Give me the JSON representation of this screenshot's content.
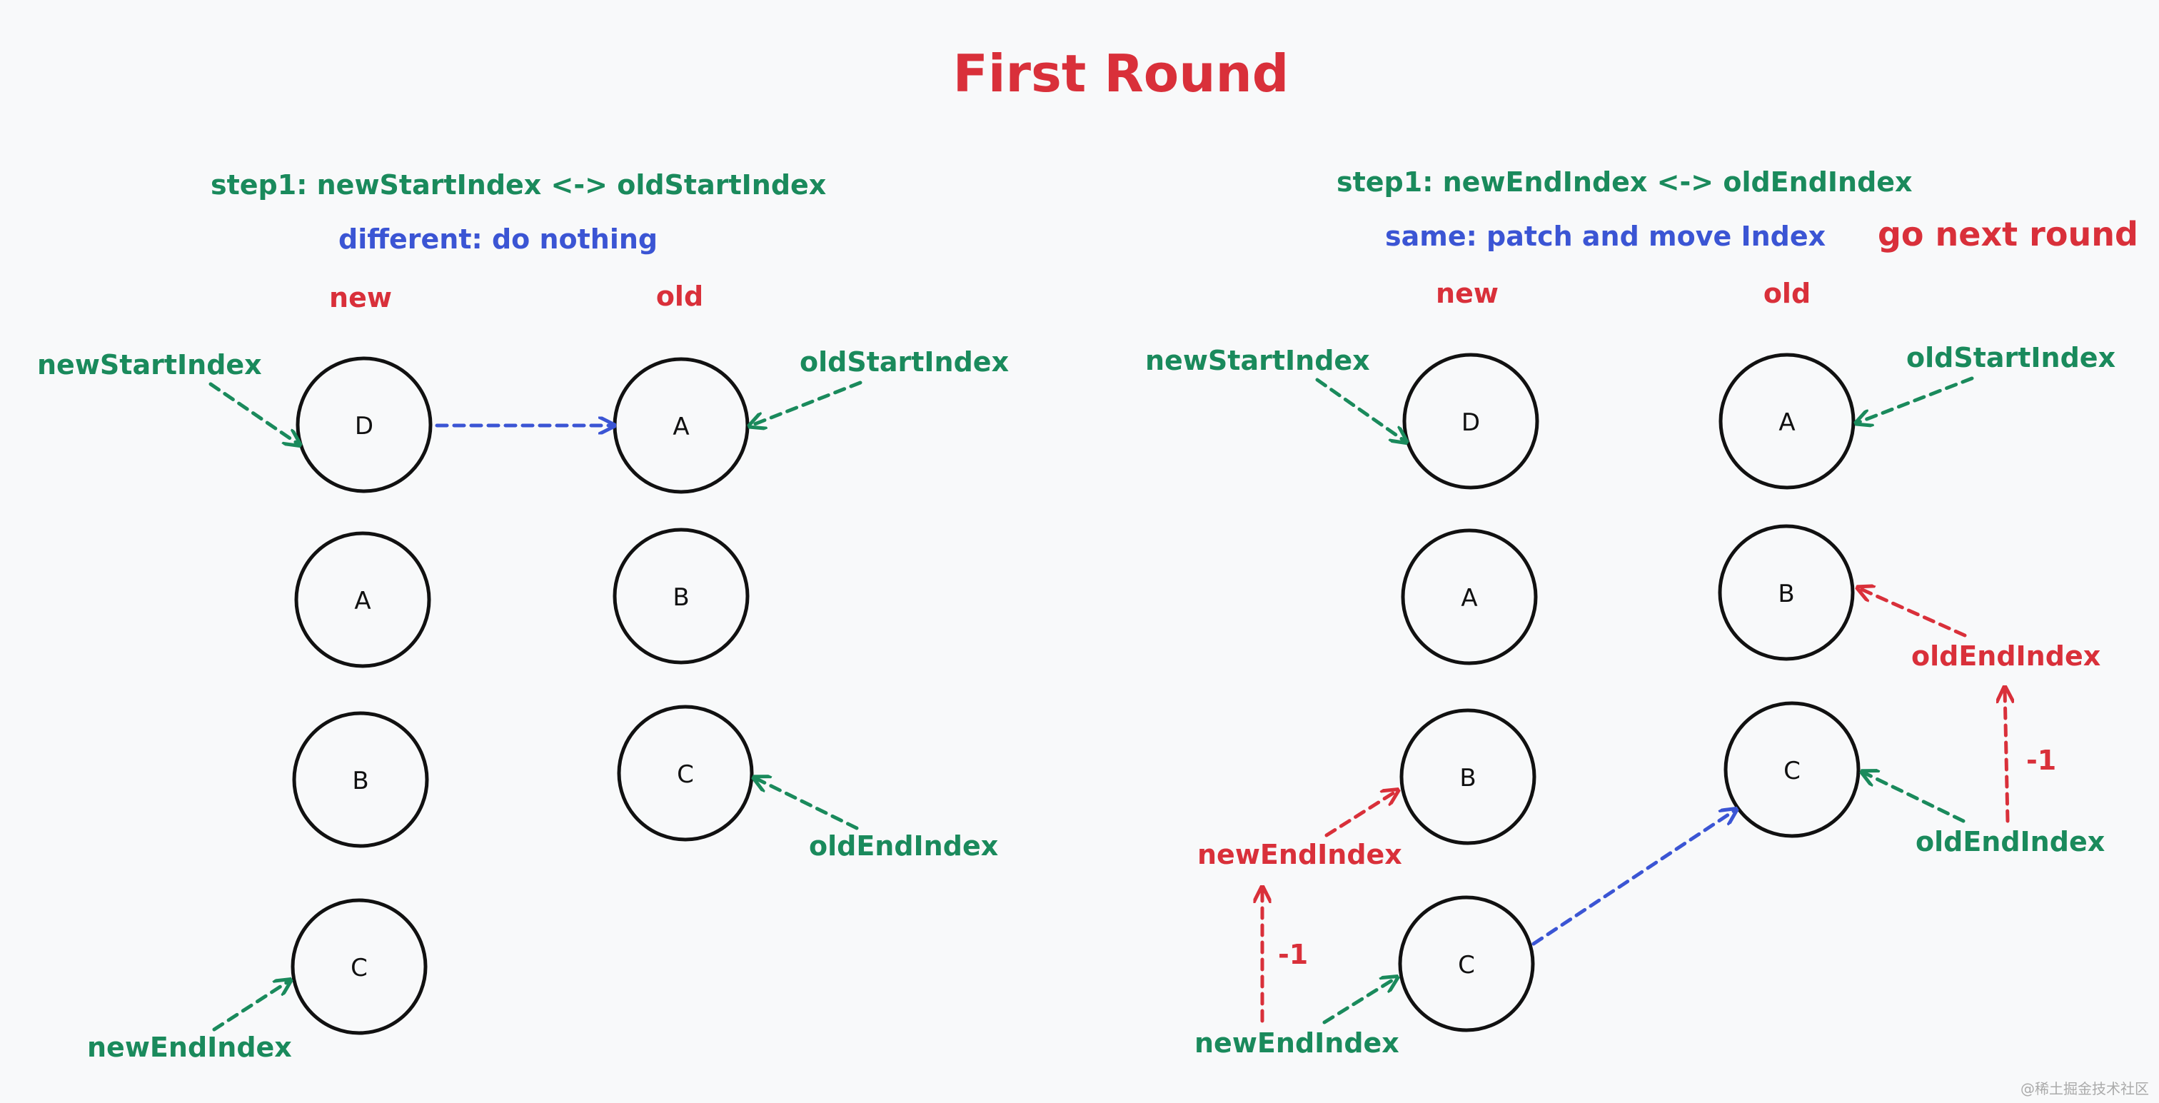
{
  "title": "First Round",
  "watermark": "@稀土掘金技术社区",
  "colors": {
    "green": "#1a8a5c",
    "blue": "#3b55d4",
    "red": "#d9303a",
    "node_stroke": "#111111"
  },
  "left": {
    "step": "step1:  newStartIndex <-> oldStartIndex",
    "result": "different: do nothing",
    "new_header": "new",
    "old_header": "old",
    "new_nodes": [
      "D",
      "A",
      "B",
      "C"
    ],
    "old_nodes": [
      "A",
      "B",
      "C"
    ],
    "new_start_label": "newStartIndex",
    "new_end_label": "newEndIndex",
    "old_start_label": "oldStartIndex",
    "old_end_label": "oldEndIndex"
  },
  "right": {
    "step": "step1:  newEndIndex <-> oldEndIndex",
    "result": "same: patch and move Index",
    "go_next": "go next round",
    "new_header": "new",
    "old_header": "old",
    "new_nodes": [
      "D",
      "A",
      "B",
      "C"
    ],
    "old_nodes": [
      "A",
      "B",
      "C"
    ],
    "new_start_label": "newStartIndex",
    "new_end_label": "newEndIndex",
    "new_end_moved_label": "newEndIndex",
    "old_start_label": "oldStartIndex",
    "old_end_label": "oldEndIndex",
    "old_end_moved_label": "oldEndIndex",
    "new_decrement": "-1",
    "old_decrement": "-1"
  }
}
